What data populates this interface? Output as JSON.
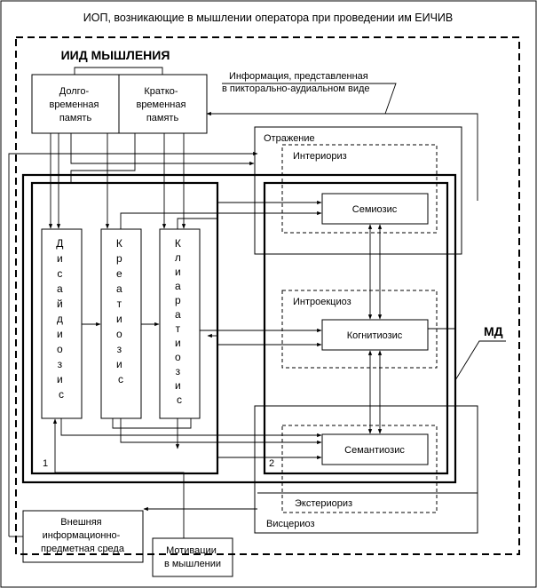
{
  "title": "ИОП, возникающие в мышлении оператора при проведении им ЕИЧИВ",
  "iid": "ИИД МЫШЛЕНИЯ",
  "long_term": [
    "Долго-",
    "временная",
    "память"
  ],
  "short_term": [
    "Кратко-",
    "временная",
    "память"
  ],
  "info": [
    "Информация, представленная",
    "в пиктоpально-аудиальном виде"
  ],
  "reflection": "Отражение",
  "interioriz": "Интериориз",
  "introekcioz": "Интроекциоз",
  "exterioriz": "Экстериориз",
  "visceriosis": "Висцериоз",
  "md": "МД",
  "semiosis": "Семиозис",
  "cognitiosis": "Когнитиозис",
  "semantiosis": "Семантиозис",
  "col1": [
    "Д",
    "и",
    "с",
    "а",
    "й",
    "д",
    "и",
    "о",
    "з",
    "и",
    "с"
  ],
  "col2": [
    "К",
    "р",
    "е",
    "а",
    "т",
    "и",
    "о",
    "з",
    "и",
    "с"
  ],
  "col3": [
    "К",
    "л",
    "и",
    "а",
    "р",
    "а",
    "т",
    "и",
    "о",
    "з",
    "и",
    "с"
  ],
  "num1": "1",
  "num2": "2",
  "external": [
    "Внешняя",
    "информационно-",
    "предметная среда"
  ],
  "motivation": [
    "Мотивации",
    "в мышлении"
  ]
}
